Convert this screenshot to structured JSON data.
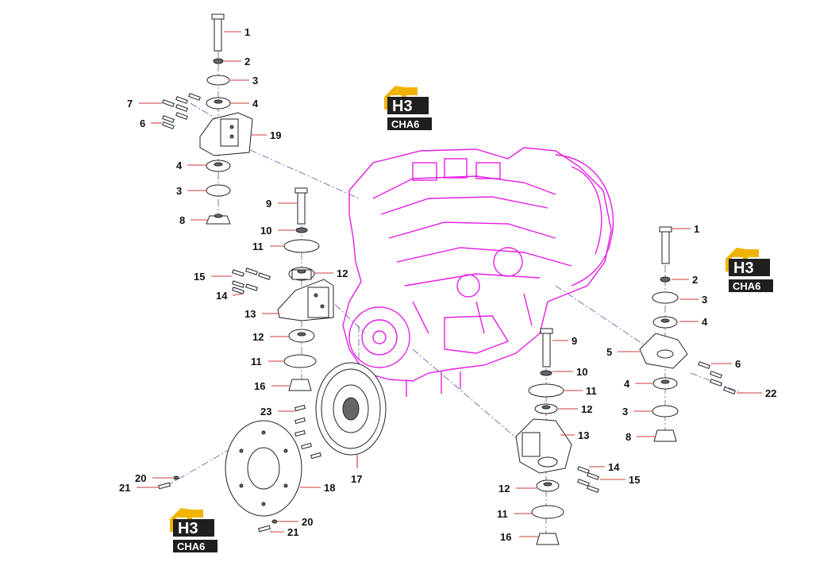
{
  "logo": {
    "mark": "H3",
    "word": "CHA6",
    "colors": {
      "roof": "#f0b400",
      "body": "#1f1f1f",
      "text": "#ffffff"
    }
  },
  "engine_color": "#e61ee6",
  "leader_color": "#d23a3a",
  "callouts": {
    "top_left": [
      "1",
      "2",
      "3",
      "4",
      "7",
      "6",
      "19",
      "4",
      "3",
      "8"
    ],
    "center_left": [
      "9",
      "10",
      "11",
      "12",
      "15",
      "14",
      "13",
      "12",
      "11",
      "16"
    ],
    "flywheel": [
      "23",
      "17",
      "20",
      "21",
      "18",
      "20",
      "21"
    ],
    "right": [
      "1",
      "2",
      "3",
      "4",
      "5",
      "6",
      "4",
      "22",
      "3",
      "8"
    ],
    "bottom_center": [
      "9",
      "10",
      "11",
      "12",
      "13",
      "14",
      "15",
      "12",
      "11",
      "16"
    ]
  }
}
